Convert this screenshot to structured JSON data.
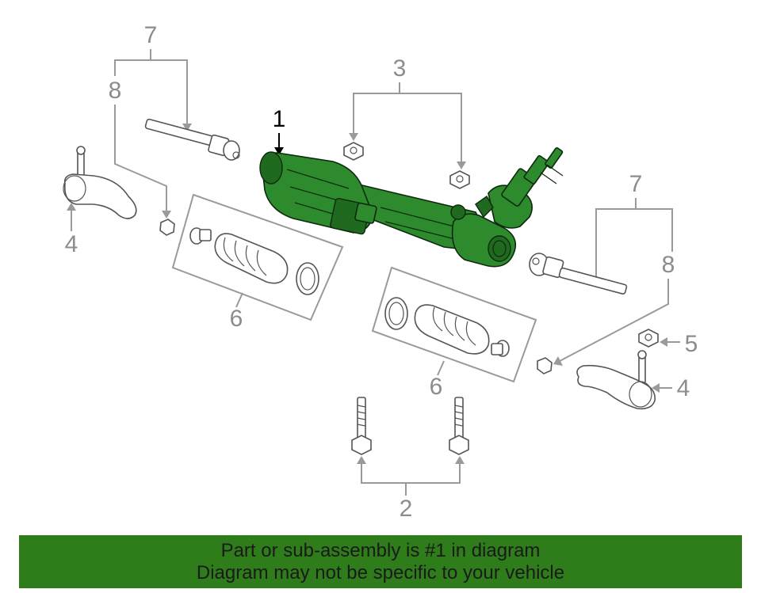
{
  "callouts": {
    "c1": "1",
    "c2": "2",
    "c3": "3",
    "c4_left": "4",
    "c4_right": "4",
    "c5": "5",
    "c6_left": "6",
    "c6_right": "6",
    "c7_left": "7",
    "c7_right": "7",
    "c8_left": "8",
    "c8_right": "8"
  },
  "banner": {
    "line1": "Part or sub-assembly is #1 in diagram",
    "line2": "Diagram may not be specific to your vehicle"
  },
  "colors": {
    "highlight": "#2d8a2d",
    "banner_bg": "#2e7d1a",
    "callout_gray": "#8c8c8c"
  }
}
